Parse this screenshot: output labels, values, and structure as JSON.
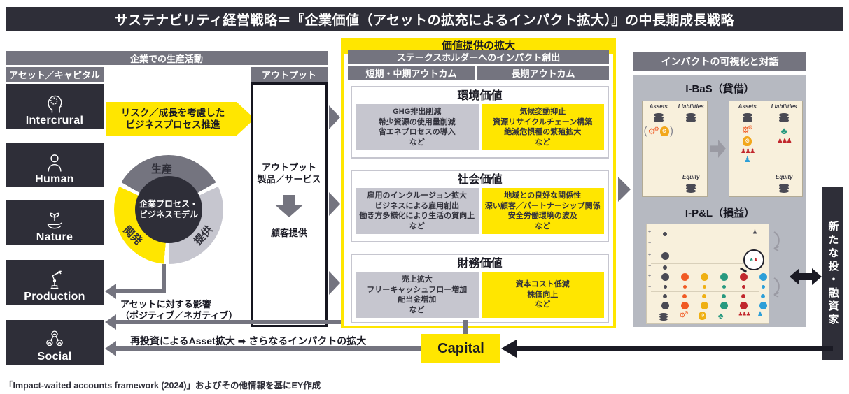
{
  "title": "サステナビリティ経営戦略＝『企業価値（アセットの拡充によるインパクト拡大）』の中長期成長戦略",
  "left": {
    "production_header": "企業での生産活動",
    "asset_capital_header": "アセット／キャピタル",
    "output_header": "アウトプット",
    "assets": [
      {
        "label": "Intercrural"
      },
      {
        "label": "Human"
      },
      {
        "label": "Nature"
      },
      {
        "label": "Production"
      },
      {
        "label": "Social"
      }
    ]
  },
  "process": {
    "risk_arrow_lines": [
      "リスク／成長を考慮した",
      "ビジネスプロセス推進"
    ],
    "donut": {
      "segment_top": "生産",
      "segment_right": "提供",
      "segment_left": "開発",
      "center_lines": [
        "企業プロセス・",
        "ビジネスモデル"
      ]
    },
    "asset_impact_lines": [
      "アセットに対する影響",
      "（ポジティブ／ネガティブ）"
    ],
    "reinvest_text": "再投資によるAsset拡大 ➡ さらなるインパクトの拡大"
  },
  "output_box": {
    "lines": [
      "アウトプット",
      "製品／サービス"
    ],
    "bottom": "顧客提供"
  },
  "value_expansion": {
    "header": "価値提供の拡大",
    "stakeholder_bar": "ステークスホルダーへのインパクト創出",
    "col_short": "短期・中期アウトカム",
    "col_long": "長期アウトカム",
    "sections": [
      {
        "title": "環境価値",
        "short": [
          "GHG排出削減",
          "希少資源の使用量削減",
          "省エネプロセスの導入",
          "など"
        ],
        "long": [
          "気候変動抑止",
          "資源リサイクルチェーン構築",
          "絶滅危惧種の繁殖拡大",
          "など"
        ]
      },
      {
        "title": "社会価値",
        "short": [
          "雇用のインクルージョン拡大",
          "ビジネスによる雇用創出",
          "働き方多様化により生活の質向上",
          "など"
        ],
        "long": [
          "地域との良好な関係性",
          "深い顧客／パートナーシップ関係",
          "安全労働環境の波及",
          "など"
        ]
      },
      {
        "title": "財務価値",
        "short": [
          "売上拡大",
          "フリーキャッシュフロー増加",
          "配当金増加",
          "など"
        ],
        "long": [
          "資本コスト低減",
          "株価向上",
          "など"
        ]
      }
    ]
  },
  "visualization": {
    "header": "インパクトの可視化と対話",
    "ibas": {
      "title": "I-BaS（貸借）",
      "assets_label": "Assets",
      "liabilities_label": "Liabilities",
      "equity_label": "Equity",
      "before": {
        "assets": [
          "coins",
          "bracket"
        ],
        "liabilities": [
          "coins"
        ],
        "equity": [
          "coins"
        ]
      },
      "after": {
        "assets": [
          "coins",
          "gears",
          "head",
          "people",
          "person"
        ],
        "liabilities": [
          "coins",
          "tree",
          "people"
        ],
        "equity": [
          "coins"
        ]
      }
    },
    "ipl": {
      "title": "I-P&L（損益）",
      "columns": [
        {
          "icon": "coins",
          "color": "#4a4a54"
        },
        {
          "icon": "gears",
          "color": "#f15a24"
        },
        {
          "icon": "head",
          "color": "#efb013"
        },
        {
          "icon": "tree",
          "color": "#27997f"
        },
        {
          "icon": "people",
          "color": "#c1272d"
        },
        {
          "icon": "person",
          "color": "#2d9fd8"
        }
      ]
    }
  },
  "capital_label": "Capital",
  "investors_vertical": "新たな投・融資家",
  "footer": "「Impact-waited accounts framework (2024)」およびその他情報を基にEY作成",
  "colors": {
    "dark": "#2e2e38",
    "yellow": "#ffe600",
    "gray_bar": "#74747f",
    "light_gray": "#c6c6cf",
    "cream": "#f8f0dc",
    "coins": "#4a4a54",
    "gears": "#f15a24",
    "head": "#f2a71b",
    "people": "#c1272d",
    "person": "#2d9fd8",
    "tree": "#27997f"
  }
}
